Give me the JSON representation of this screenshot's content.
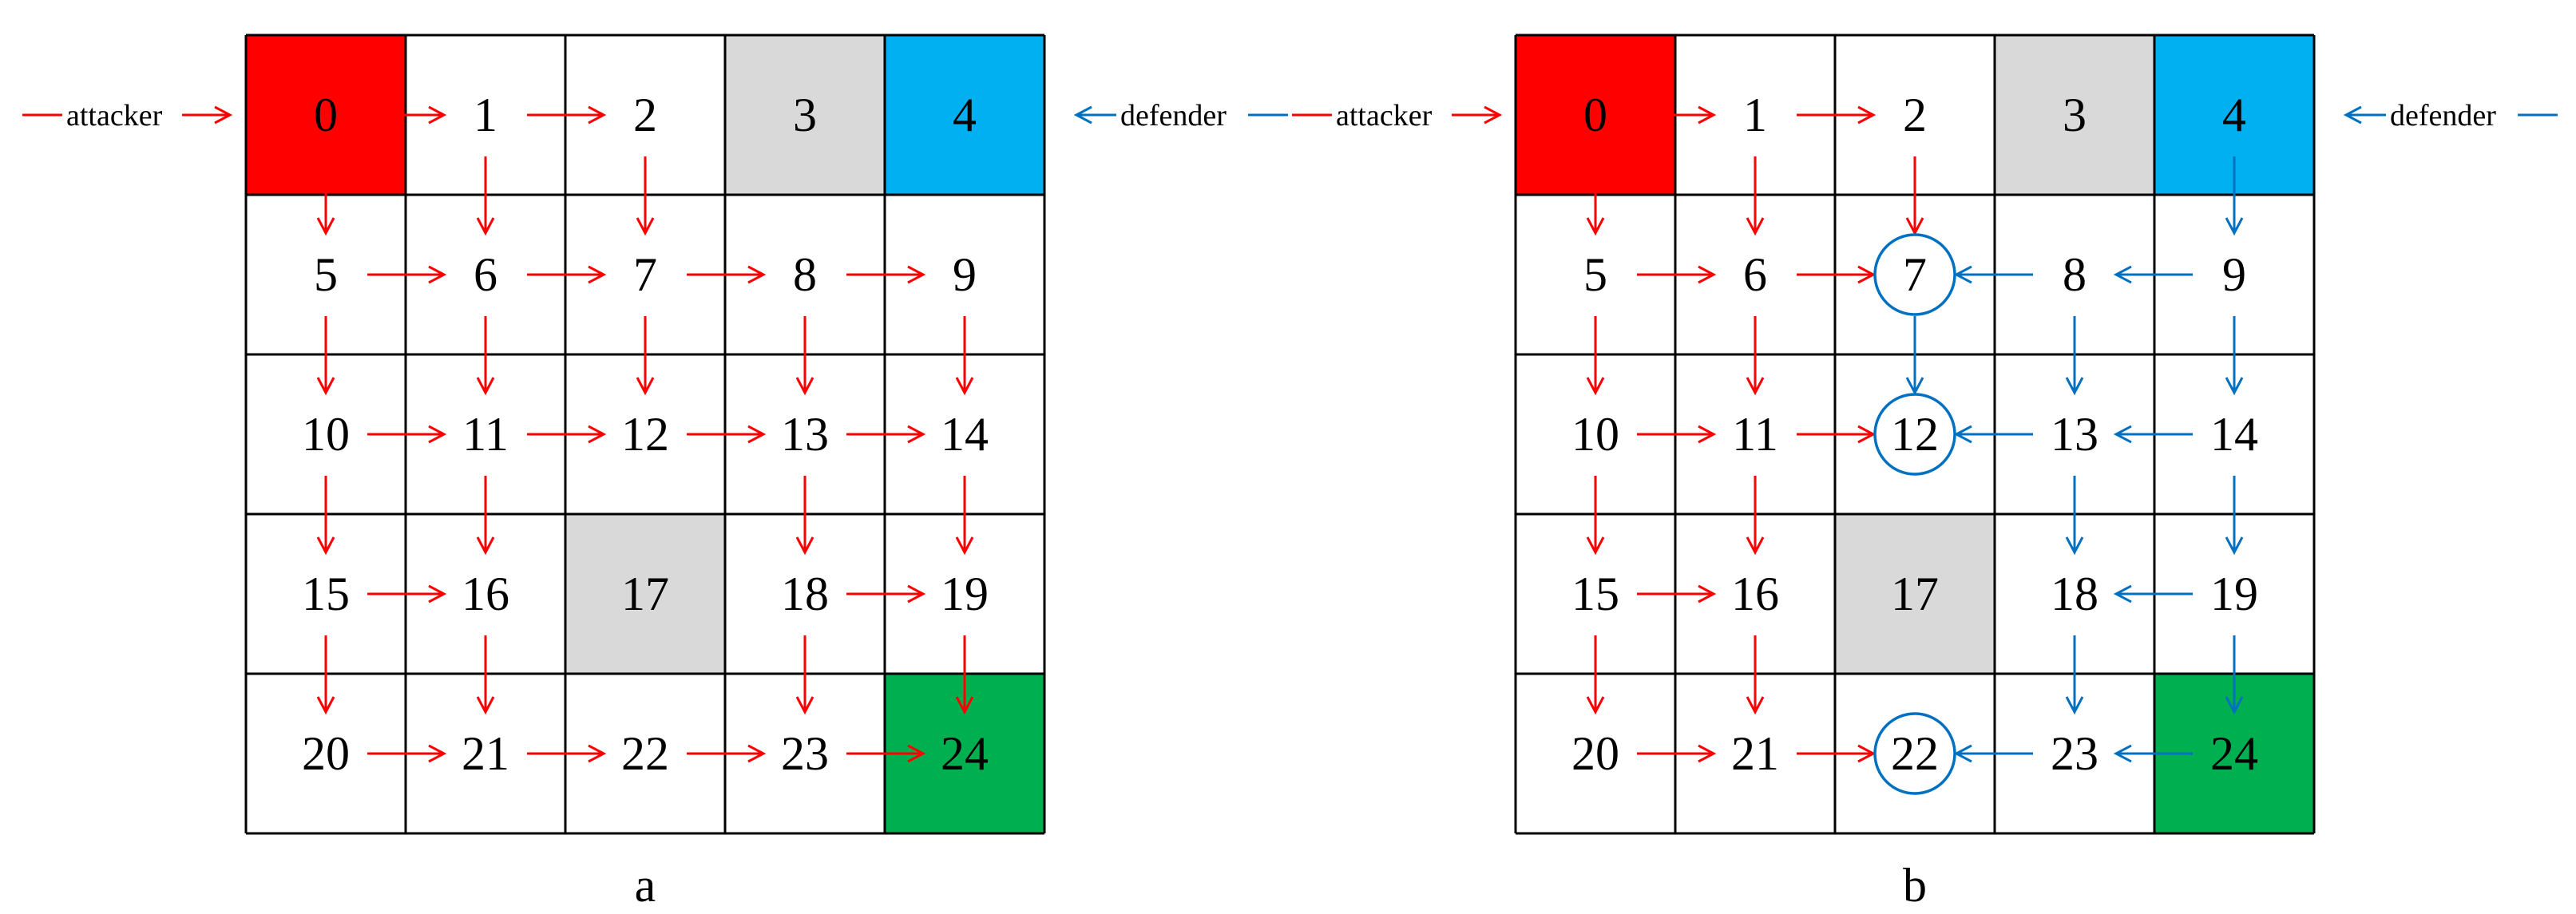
{
  "colors": {
    "attacker": "#ff0000",
    "defender": "#0070c0",
    "start": "#ff0000",
    "defender_cell": "#00b0f0",
    "goal": "#00b050",
    "obstacle": "#d9d9d9",
    "grid": "#000000"
  },
  "grid": {
    "rows": 5,
    "cols": 5,
    "start_cell": 0,
    "defender_cell": 4,
    "goal_cell": 24,
    "obstacle_cells": [
      3,
      17
    ]
  },
  "panels": [
    {
      "caption": "a",
      "attacker_label": "attacker",
      "defender_label": "defender",
      "circled_cells": [],
      "attacker_edges": [
        [
          0,
          1
        ],
        [
          1,
          2
        ],
        [
          5,
          6
        ],
        [
          6,
          7
        ],
        [
          7,
          8
        ],
        [
          8,
          9
        ],
        [
          10,
          11
        ],
        [
          11,
          12
        ],
        [
          12,
          13
        ],
        [
          13,
          14
        ],
        [
          15,
          16
        ],
        [
          18,
          19
        ],
        [
          20,
          21
        ],
        [
          21,
          22
        ],
        [
          22,
          23
        ],
        [
          23,
          24
        ],
        [
          0,
          5
        ],
        [
          1,
          6
        ],
        [
          2,
          7
        ],
        [
          5,
          10
        ],
        [
          6,
          11
        ],
        [
          7,
          12
        ],
        [
          8,
          13
        ],
        [
          9,
          14
        ],
        [
          10,
          15
        ],
        [
          11,
          16
        ],
        [
          13,
          18
        ],
        [
          14,
          19
        ],
        [
          15,
          20
        ],
        [
          16,
          21
        ],
        [
          18,
          23
        ],
        [
          19,
          24
        ]
      ],
      "defender_edges": []
    },
    {
      "caption": "b",
      "attacker_label": "attacker",
      "defender_label": "defender",
      "circled_cells": [
        7,
        12,
        22
      ],
      "attacker_edges": [
        [
          0,
          1
        ],
        [
          1,
          2
        ],
        [
          5,
          6
        ],
        [
          6,
          7
        ],
        [
          10,
          11
        ],
        [
          11,
          12
        ],
        [
          15,
          16
        ],
        [
          20,
          21
        ],
        [
          21,
          22
        ],
        [
          0,
          5
        ],
        [
          1,
          6
        ],
        [
          2,
          7
        ],
        [
          5,
          10
        ],
        [
          6,
          11
        ],
        [
          10,
          15
        ],
        [
          11,
          16
        ],
        [
          15,
          20
        ],
        [
          16,
          21
        ]
      ],
      "defender_edges": [
        [
          8,
          7
        ],
        [
          9,
          8
        ],
        [
          13,
          12
        ],
        [
          14,
          13
        ],
        [
          19,
          18
        ],
        [
          23,
          22
        ],
        [
          24,
          23
        ],
        [
          4,
          9
        ],
        [
          7,
          12
        ],
        [
          8,
          13
        ],
        [
          9,
          14
        ],
        [
          13,
          18
        ],
        [
          14,
          19
        ],
        [
          18,
          23
        ],
        [
          19,
          24
        ]
      ]
    }
  ]
}
